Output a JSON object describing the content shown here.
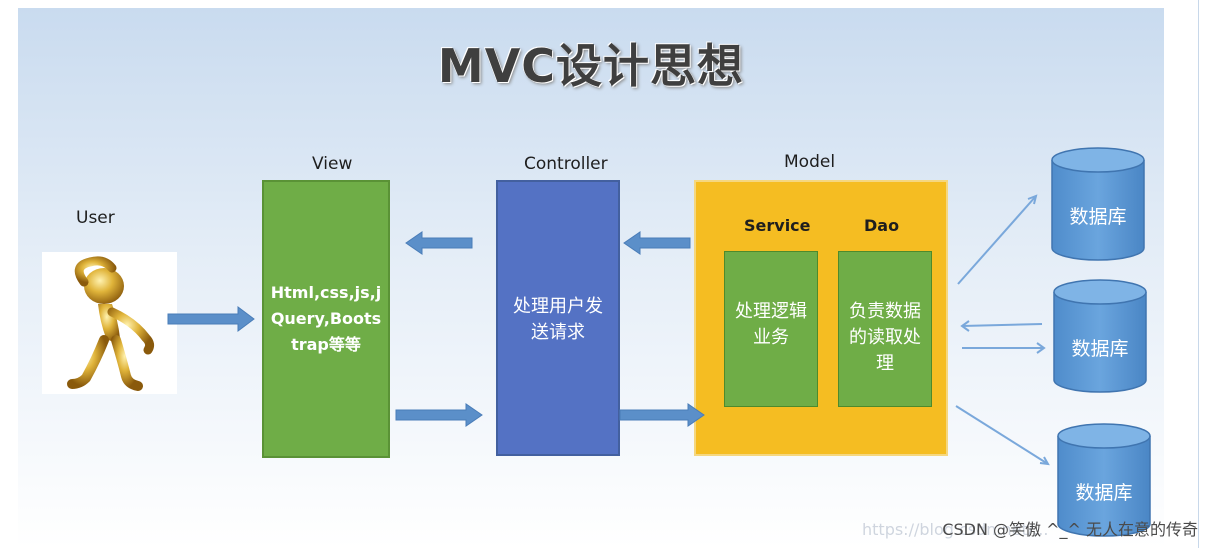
{
  "title": "MVC设计思想",
  "labels": {
    "user": "User",
    "view": "View",
    "controller": "Controller",
    "model": "Model",
    "service": "Service",
    "dao": "Dao"
  },
  "boxes": {
    "view_text": "Html,css,js,jQuery,Bootstrap等等",
    "controller_text": "处理用户发送请求",
    "service_text": "处理逻辑业务",
    "dao_text": "负责数据的读取处理"
  },
  "databases": [
    "数据库",
    "数据库",
    "数据库"
  ],
  "watermark": "CSDN @笑傲 ^_^ 无人在意的传奇",
  "watermark_url": "https://blog.csdn.net/...",
  "colors": {
    "view": "#6fad47",
    "controller": "#5472c4",
    "model": "#f5bd22",
    "database": "#5b9bd5",
    "arrow": "#5b8fc9"
  },
  "icons": {
    "user": "user-figure-icon",
    "database": "database-cylinder-icon"
  }
}
